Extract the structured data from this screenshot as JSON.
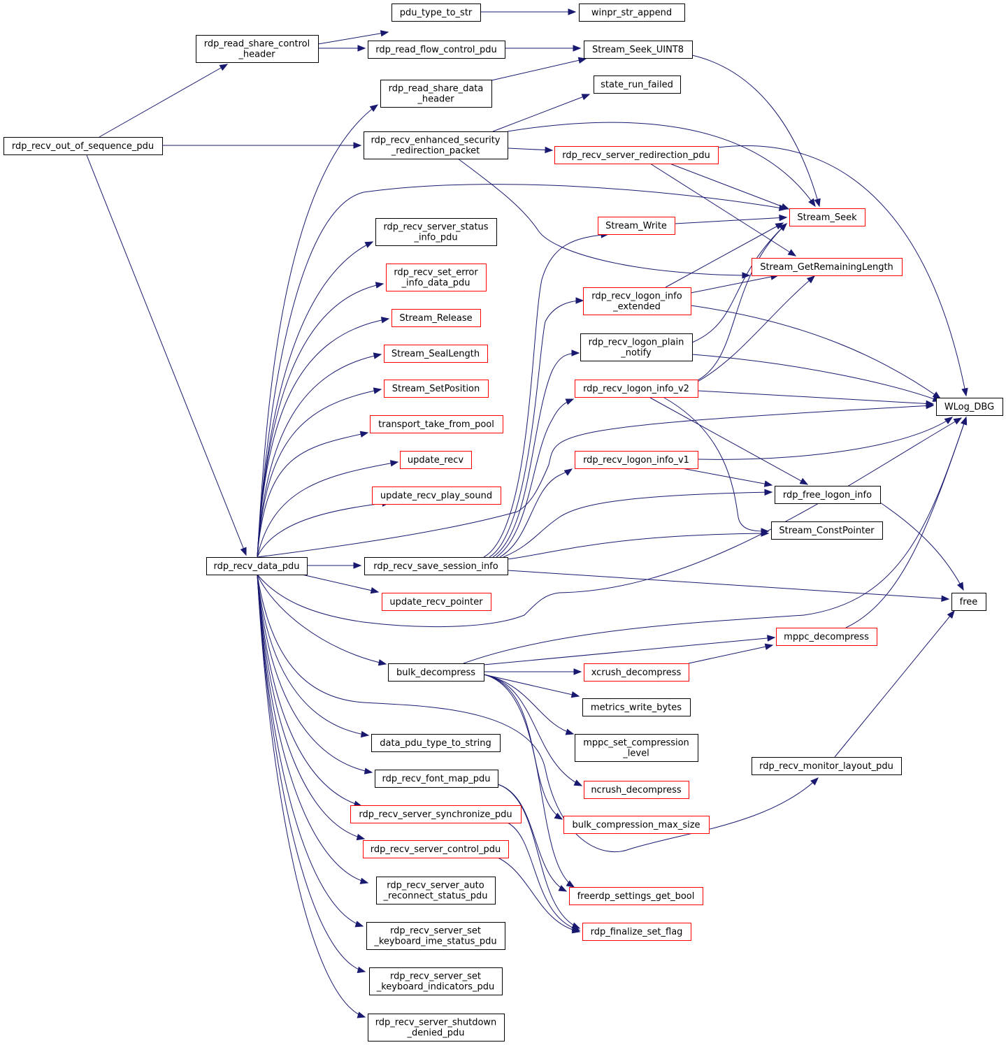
{
  "colors": {
    "edge": "#191970",
    "border_default": "#000000",
    "border_truncated": "#ff0000",
    "root_fill": "#bfbfbf",
    "node_fill": "#ffffff"
  },
  "nodes": [
    {
      "id": "root",
      "lines": [
        "rdp_recv_out_of_sequence_pdu"
      ],
      "style": "root"
    },
    {
      "id": "rsch",
      "lines": [
        "rdp_read_share_control",
        "_header"
      ],
      "style": "normal"
    },
    {
      "id": "ptts",
      "lines": [
        "pdu_type_to_str"
      ],
      "style": "normal"
    },
    {
      "id": "wsa",
      "lines": [
        "winpr_str_append"
      ],
      "style": "normal"
    },
    {
      "id": "rfcp",
      "lines": [
        "rdp_read_flow_control_pdu"
      ],
      "style": "normal"
    },
    {
      "id": "ssu8",
      "lines": [
        "Stream_Seek_UINT8"
      ],
      "style": "normal"
    },
    {
      "id": "rsdh",
      "lines": [
        "rdp_read_share_data",
        "_header"
      ],
      "style": "normal"
    },
    {
      "id": "srf",
      "lines": [
        "state_run_failed"
      ],
      "style": "normal"
    },
    {
      "id": "resrp",
      "lines": [
        "rdp_recv_enhanced_security",
        "_redirection_packet"
      ],
      "style": "normal"
    },
    {
      "id": "rsrp",
      "lines": [
        "rdp_recv_server_redirection_pdu"
      ],
      "style": "red"
    },
    {
      "id": "seek",
      "lines": [
        "Stream_Seek"
      ],
      "style": "red"
    },
    {
      "id": "rssip",
      "lines": [
        "rdp_recv_server_status",
        "_info_pdu"
      ],
      "style": "normal"
    },
    {
      "id": "swrite",
      "lines": [
        "Stream_Write"
      ],
      "style": "red"
    },
    {
      "id": "sgrl",
      "lines": [
        "Stream_GetRemainingLength"
      ],
      "style": "red"
    },
    {
      "id": "rseid",
      "lines": [
        "rdp_recv_set_error",
        "_info_data_pdu"
      ],
      "style": "red"
    },
    {
      "id": "rlie",
      "lines": [
        "rdp_recv_logon_info",
        "_extended"
      ],
      "style": "red"
    },
    {
      "id": "srel",
      "lines": [
        "Stream_Release"
      ],
      "style": "red"
    },
    {
      "id": "rlpn",
      "lines": [
        "rdp_recv_logon_plain",
        "_notify"
      ],
      "style": "normal"
    },
    {
      "id": "ssl",
      "lines": [
        "Stream_SealLength"
      ],
      "style": "red"
    },
    {
      "id": "ssp",
      "lines": [
        "Stream_SetPosition"
      ],
      "style": "red"
    },
    {
      "id": "rliv2",
      "lines": [
        "rdp_recv_logon_info_v2"
      ],
      "style": "red"
    },
    {
      "id": "wlog",
      "lines": [
        "WLog_DBG"
      ],
      "style": "normal"
    },
    {
      "id": "ttfp",
      "lines": [
        "transport_take_from_pool"
      ],
      "style": "red"
    },
    {
      "id": "urecv",
      "lines": [
        "update_recv"
      ],
      "style": "red"
    },
    {
      "id": "rliv1",
      "lines": [
        "rdp_recv_logon_info_v1"
      ],
      "style": "red"
    },
    {
      "id": "urps",
      "lines": [
        "update_recv_play_sound"
      ],
      "style": "red"
    },
    {
      "id": "rfli",
      "lines": [
        "rdp_free_logon_info"
      ],
      "style": "normal"
    },
    {
      "id": "scp",
      "lines": [
        "Stream_ConstPointer"
      ],
      "style": "normal"
    },
    {
      "id": "rrdp",
      "lines": [
        "rdp_recv_data_pdu"
      ],
      "style": "normal"
    },
    {
      "id": "rrssi",
      "lines": [
        "rdp_recv_save_session_info"
      ],
      "style": "normal"
    },
    {
      "id": "urp",
      "lines": [
        "update_recv_pointer"
      ],
      "style": "red"
    },
    {
      "id": "free",
      "lines": [
        "free"
      ],
      "style": "normal"
    },
    {
      "id": "mppcd",
      "lines": [
        "mppc_decompress"
      ],
      "style": "red"
    },
    {
      "id": "bulkd",
      "lines": [
        "bulk_decompress"
      ],
      "style": "normal"
    },
    {
      "id": "xcrd",
      "lines": [
        "xcrush_decompress"
      ],
      "style": "red"
    },
    {
      "id": "mwb",
      "lines": [
        "metrics_write_bytes"
      ],
      "style": "normal"
    },
    {
      "id": "dptts",
      "lines": [
        "data_pdu_type_to_string"
      ],
      "style": "normal"
    },
    {
      "id": "mscl",
      "lines": [
        "mppc_set_compression",
        "_level"
      ],
      "style": "normal"
    },
    {
      "id": "rmlp",
      "lines": [
        "rdp_recv_monitor_layout_pdu"
      ],
      "style": "normal"
    },
    {
      "id": "rfmp",
      "lines": [
        "rdp_recv_font_map_pdu"
      ],
      "style": "normal"
    },
    {
      "id": "ncrd",
      "lines": [
        "ncrush_decompress"
      ],
      "style": "red"
    },
    {
      "id": "rrssp",
      "lines": [
        "rdp_recv_server_synchronize_pdu"
      ],
      "style": "red"
    },
    {
      "id": "bcms",
      "lines": [
        "bulk_compression_max_size"
      ],
      "style": "red"
    },
    {
      "id": "rrscp",
      "lines": [
        "rdp_recv_server_control_pdu"
      ],
      "style": "red"
    },
    {
      "id": "rrsar",
      "lines": [
        "rdp_recv_server_auto",
        "_reconnect_status_pdu"
      ],
      "style": "normal"
    },
    {
      "id": "fsgb",
      "lines": [
        "freerdp_settings_get_bool"
      ],
      "style": "red"
    },
    {
      "id": "rfsf",
      "lines": [
        "rdp_finalize_set_flag"
      ],
      "style": "red"
    },
    {
      "id": "rrsski",
      "lines": [
        "rdp_recv_server_set",
        "_keyboard_ime_status_pdu"
      ],
      "style": "normal"
    },
    {
      "id": "rrsskd",
      "lines": [
        "rdp_recv_server_set",
        "_keyboard_indicators_pdu"
      ],
      "style": "normal"
    },
    {
      "id": "rrssd",
      "lines": [
        "rdp_recv_server_shutdown",
        "_denied_pdu"
      ],
      "style": "normal"
    }
  ]
}
